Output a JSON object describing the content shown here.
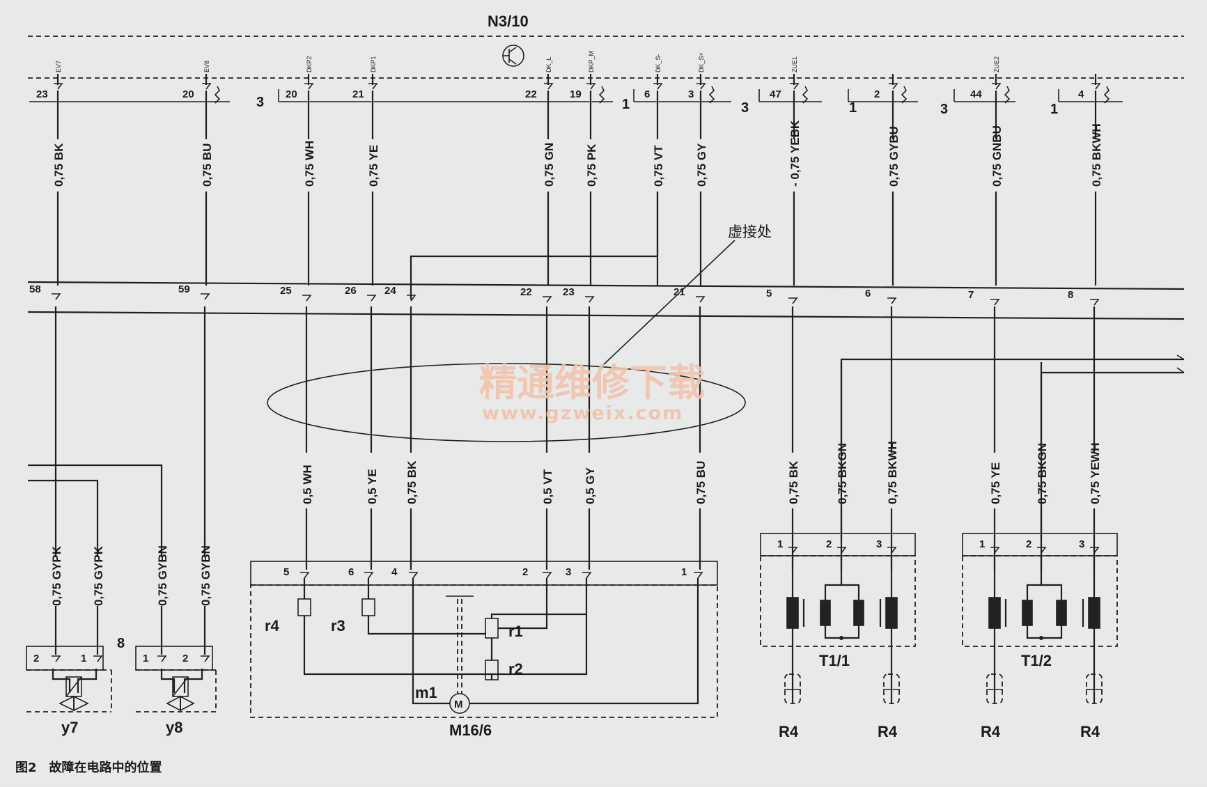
{
  "title": "N3/10",
  "top_connectors": {
    "sides": [
      "3",
      "1",
      "3",
      "1",
      "3",
      "1"
    ],
    "pins": [
      {
        "id": "p23",
        "num": "23",
        "signal": "EV7"
      },
      {
        "id": "p20a",
        "num": "20",
        "signal": "EV8"
      },
      {
        "id": "p20b",
        "num": "20",
        "signal": "DKP2"
      },
      {
        "id": "p21a",
        "num": "21",
        "signal": "DKP1"
      },
      {
        "id": "p22",
        "num": "22",
        "signal": "DK_L"
      },
      {
        "id": "p19",
        "num": "19",
        "signal": "DKP_M"
      },
      {
        "id": "p6",
        "num": "6",
        "signal": "DK_S-"
      },
      {
        "id": "p3",
        "num": "3",
        "signal": "DK_S+"
      },
      {
        "id": "p47",
        "num": "47",
        "signal": "ZUE1"
      },
      {
        "id": "p2",
        "num": "2",
        "signal": ""
      },
      {
        "id": "p44",
        "num": "44",
        "signal": "ZUE2"
      },
      {
        "id": "p4",
        "num": "4",
        "signal": ""
      }
    ]
  },
  "upper_wires": [
    "0,75 BK",
    "0,75 BU",
    "0,75 WH",
    "0,75 YE",
    "0,75 GN",
    "0,75 PK",
    "0,75 VT",
    "0,75 GY",
    "- 0,75 YEBK",
    "0,75 GYBU",
    "0,75 GNBU",
    "0,75 BKWH"
  ],
  "junction_pins": [
    "58",
    "59",
    "25",
    "26",
    "24",
    "22",
    "23",
    "21",
    "5",
    "6",
    "7",
    "8"
  ],
  "annotation": "虚接处",
  "watermark": {
    "line1": "精通维修下载",
    "line2": "www.gzweix.com"
  },
  "lower_wires": [
    "0,5 WH",
    "0,5 YE",
    "0,75 BK",
    "0,5 VT",
    "0,5 GY",
    "0,75 BU",
    "0,75 BK",
    "0,75 BKGN",
    "0,75 BKWH",
    "0,75 YE",
    "0,75 BKGN",
    "0,75 YEWH"
  ],
  "valve_wires": [
    "0,75 GYPK",
    "0,75 GYPK",
    "0,75 GYBN",
    "0,75 GYBN"
  ],
  "valves": {
    "y7": {
      "label": "y7",
      "pins": [
        "2",
        "1"
      ]
    },
    "y8": {
      "label": "y8",
      "pins": [
        "1",
        "2"
      ]
    },
    "side": "8"
  },
  "motor": {
    "label": "M16/6",
    "pins": [
      "5",
      "6",
      "4",
      "2",
      "3",
      "1"
    ],
    "parts": [
      "r4",
      "r3",
      "r1",
      "r2",
      "m1"
    ],
    "motor_symbol": "M"
  },
  "coils": [
    {
      "label": "T1/1",
      "pins": [
        "1",
        "2",
        "3"
      ],
      "loads": [
        "R4",
        "R4"
      ]
    },
    {
      "label": "T1/2",
      "pins": [
        "1",
        "2",
        "3"
      ],
      "loads": [
        "R4",
        "R4"
      ]
    }
  ],
  "caption": "图2　故障在电路中的位置"
}
